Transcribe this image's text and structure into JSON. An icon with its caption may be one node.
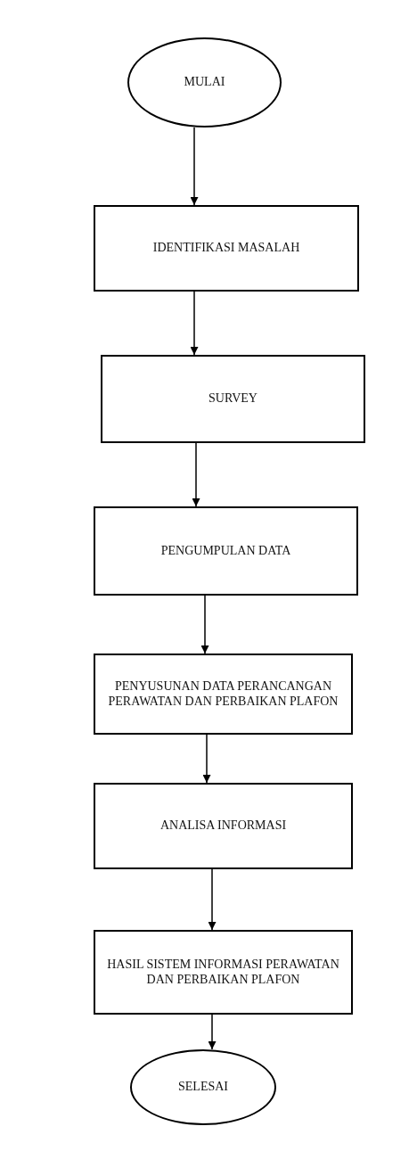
{
  "diagram": {
    "nodes": [
      {
        "text": [
          "MULAI"
        ]
      },
      {
        "text": [
          "IDENTIFIKASI MASALAH"
        ]
      },
      {
        "text": [
          "SURVEY"
        ]
      },
      {
        "text": [
          "PENGUMPULAN DATA"
        ]
      },
      {
        "text": [
          "PENYUSUNAN DATA PERANCANGAN PERAWATAN DAN PERBAIKAN PLAFON"
        ]
      },
      {
        "text": [
          "ANALISA INFORMASI"
        ]
      },
      {
        "text": [
          "HASIL SISTEM INFORMASI PERAWATAN DAN PERBAIKAN PLAFON"
        ]
      },
      {
        "text": [
          "SELESAI"
        ]
      }
    ],
    "edges": [
      {
        "from": 0,
        "to": 1,
        "arrow": "to"
      },
      {
        "from": 1,
        "to": 2,
        "arrow": "to"
      },
      {
        "from": 2,
        "to": 3,
        "arrow": "to"
      },
      {
        "from": 3,
        "to": 4,
        "arrow": "to"
      },
      {
        "from": 4,
        "to": 5,
        "arrow": "to"
      },
      {
        "from": 5,
        "to": 6,
        "arrow": "to"
      },
      {
        "from": 6,
        "to": 7,
        "arrow": "to"
      }
    ]
  }
}
